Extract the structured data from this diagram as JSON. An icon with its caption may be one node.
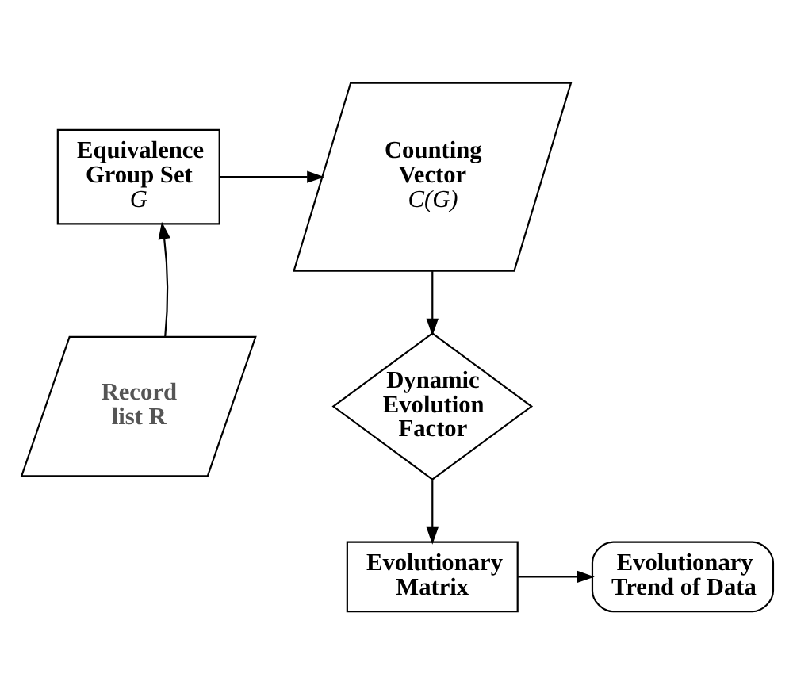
{
  "diagram": {
    "nodes": [
      {
        "text": [
          "Equivalence Group Set",
          "G"
        ]
      },
      {
        "text": [
          "Counting Vector",
          "C(G)"
        ]
      },
      {
        "text": [
          "Record list R"
        ]
      },
      {
        "text": [
          "Dynamic Evolution Factor"
        ]
      },
      {
        "text": [
          "Evolutionary Matrix"
        ]
      },
      {
        "text": [
          "Evolutionary Trend of Data"
        ]
      }
    ],
    "edges": [
      {
        "from": 2,
        "to": 0,
        "arrow": "to"
      },
      {
        "from": 0,
        "to": 1,
        "arrow": "to"
      },
      {
        "from": 1,
        "to": 3,
        "arrow": "to"
      },
      {
        "from": 3,
        "to": 4,
        "arrow": "to"
      },
      {
        "from": 4,
        "to": 5,
        "arrow": "to"
      }
    ]
  }
}
